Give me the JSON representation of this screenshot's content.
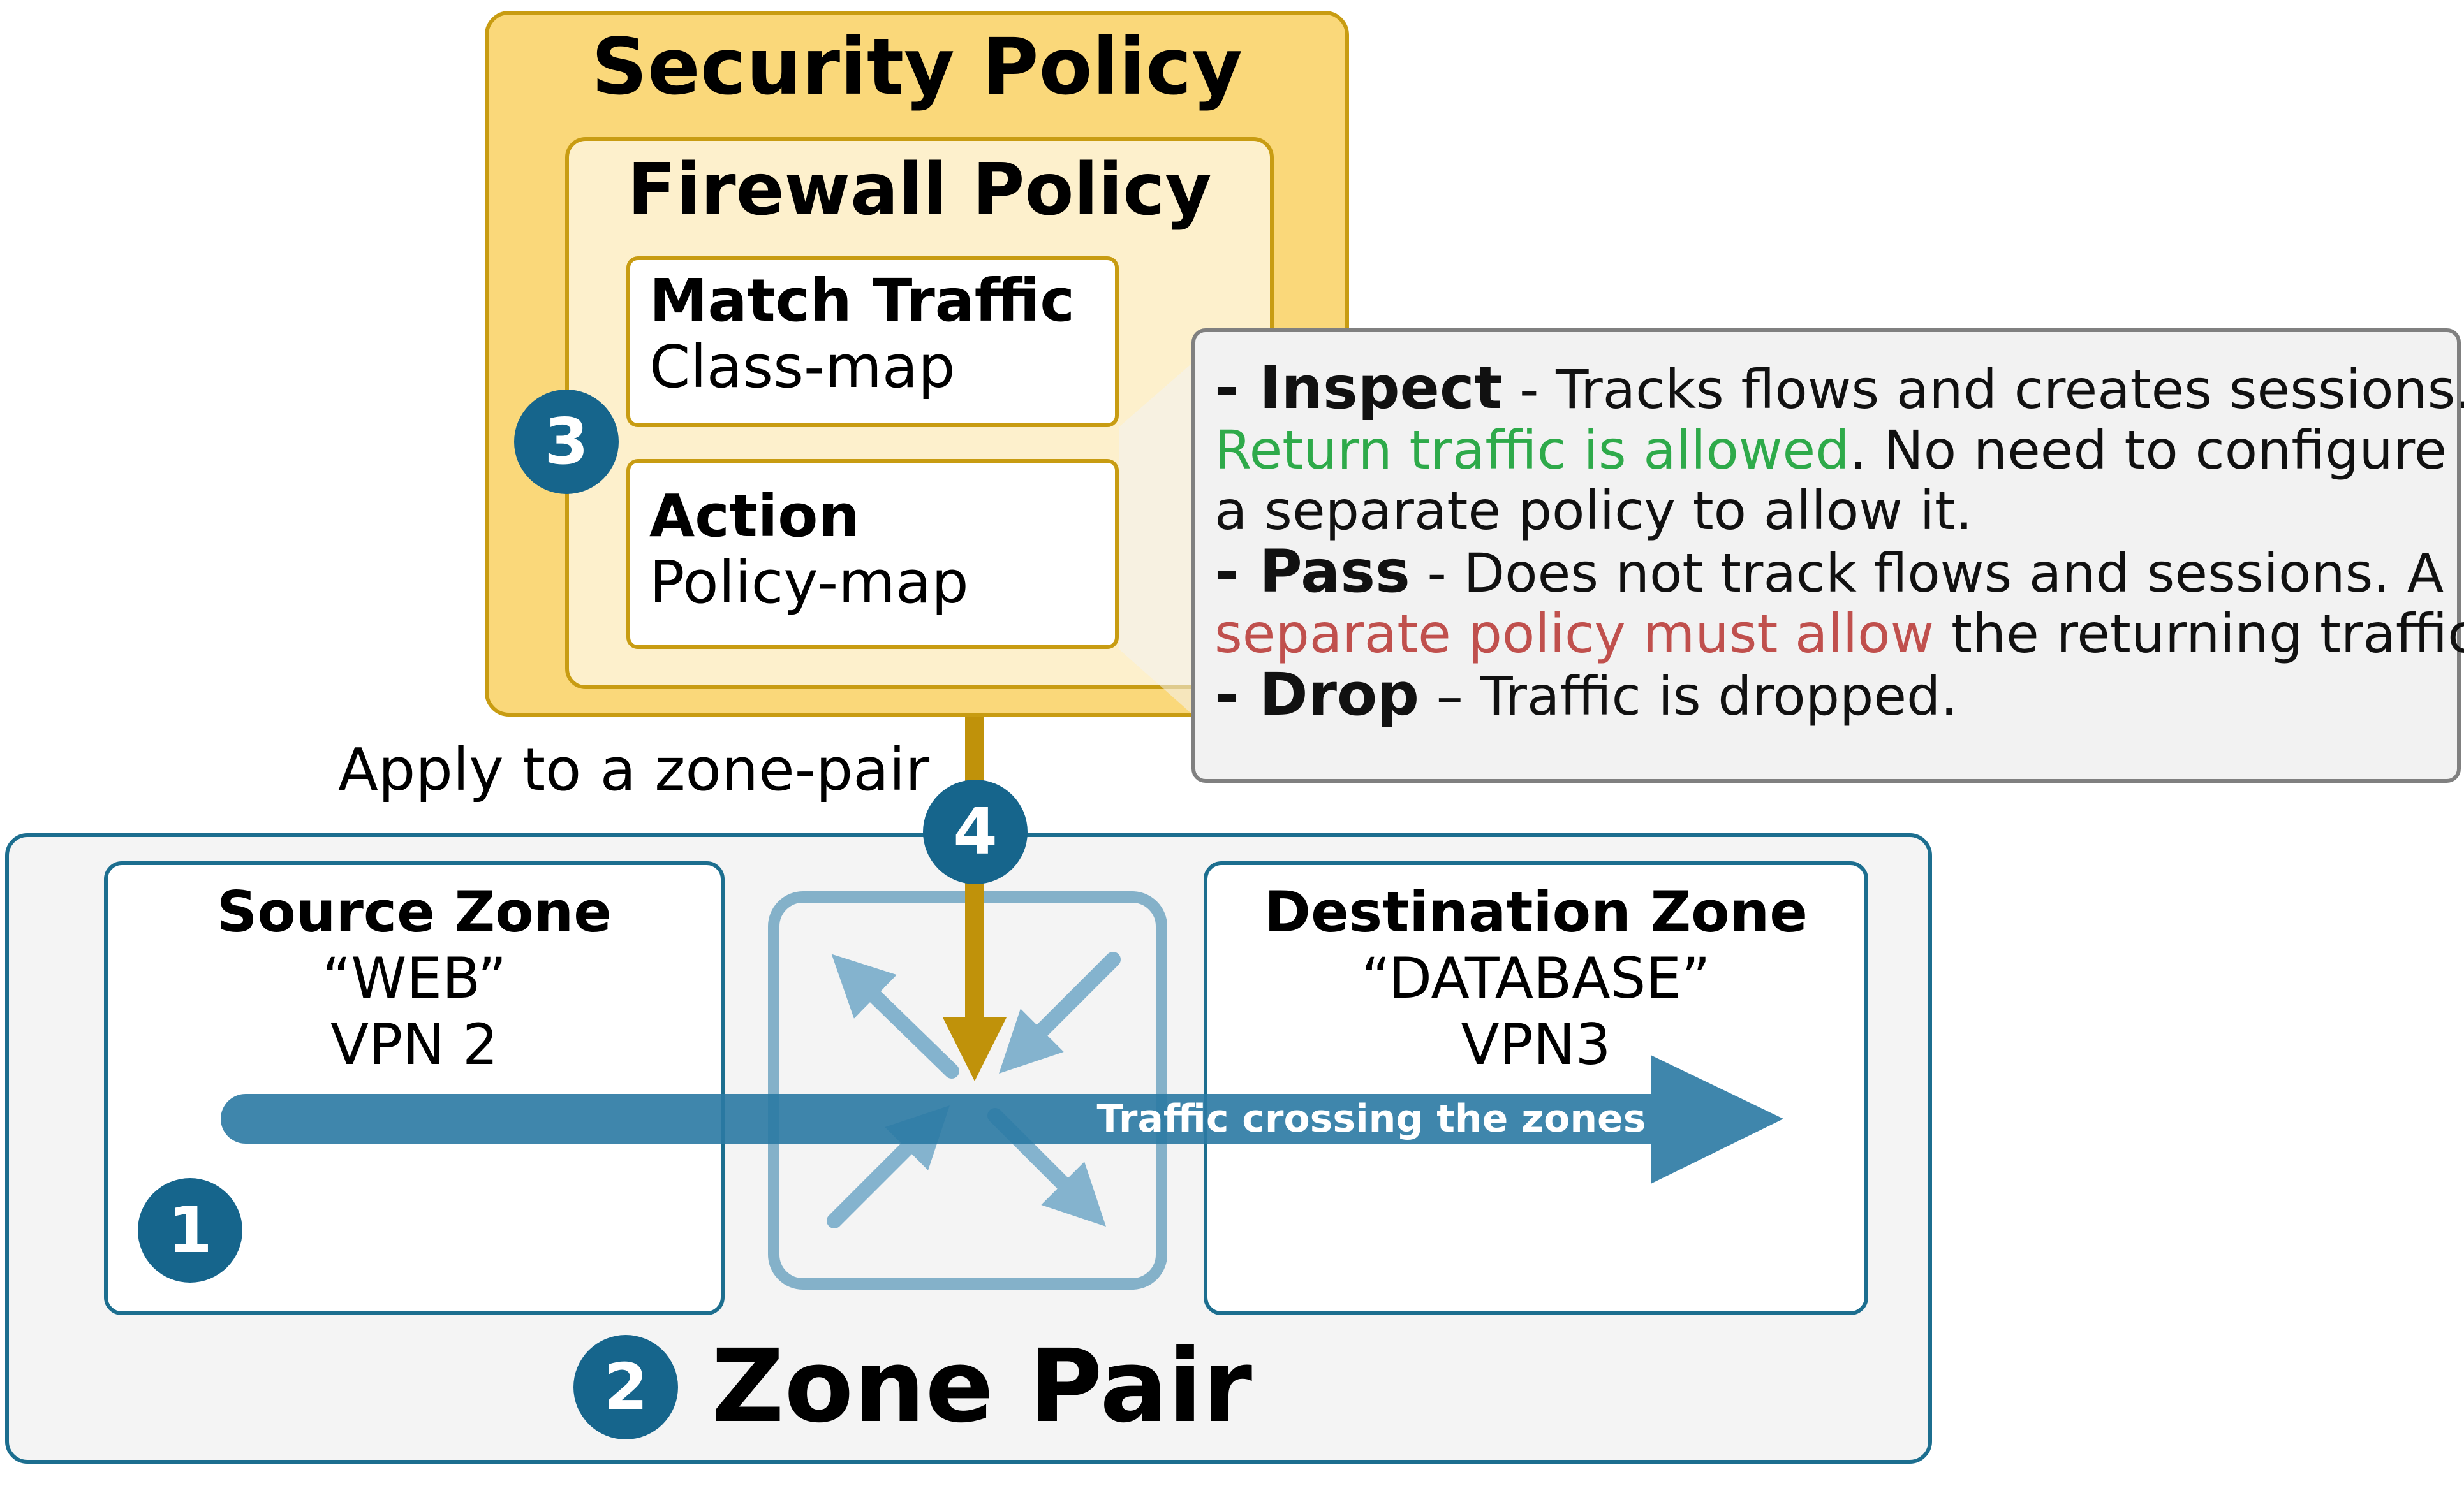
{
  "security_policy": {
    "title": "Security Policy",
    "firewall_policy": {
      "title": "Firewall Policy",
      "match": {
        "title": "Match Traffic",
        "subtitle": "Class-map"
      },
      "action": {
        "title": "Action",
        "subtitle": "Policy-map"
      }
    }
  },
  "callout": {
    "inspect": {
      "keyword": "- Inspect",
      "line1_rest": " - Tracks flows and creates sessions.",
      "line2_green": "Return traffic is allowed",
      "line2_rest": ". No need to configure",
      "line3": "a separate policy to allow it."
    },
    "pass": {
      "keyword": "- Pass",
      "line1_rest": " - Does not track flows and sessions. A",
      "line2_red": "separate policy must allow",
      "line2_rest": " the returning traffic."
    },
    "drop": {
      "keyword": "- Drop",
      "line1_rest": " – Traffic is dropped."
    }
  },
  "apply_label": "Apply to a zone-pair",
  "source_zone": {
    "title": "Source Zone",
    "name": "“WEB”",
    "vpn": "VPN 2"
  },
  "destination_zone": {
    "title": "Destination Zone",
    "name": "“DATABASE”",
    "vpn": "VPN3"
  },
  "traffic_label": "Traffic crossing the zones",
  "zone_pair_label": "Zone Pair",
  "steps": [
    "1",
    "2",
    "3",
    "4"
  ],
  "colors": {
    "zone_blue": "#1c6e8f",
    "step_circle": "#16658c",
    "policy_gold": "#c89c12",
    "policy_fill": "#fad87a",
    "allowed_green": "#2eaa4a",
    "must_allow_red": "#c0504d"
  },
  "icons": [
    "router-arrows-icon",
    "traffic-arrow-icon",
    "apply-arrow-icon"
  ]
}
